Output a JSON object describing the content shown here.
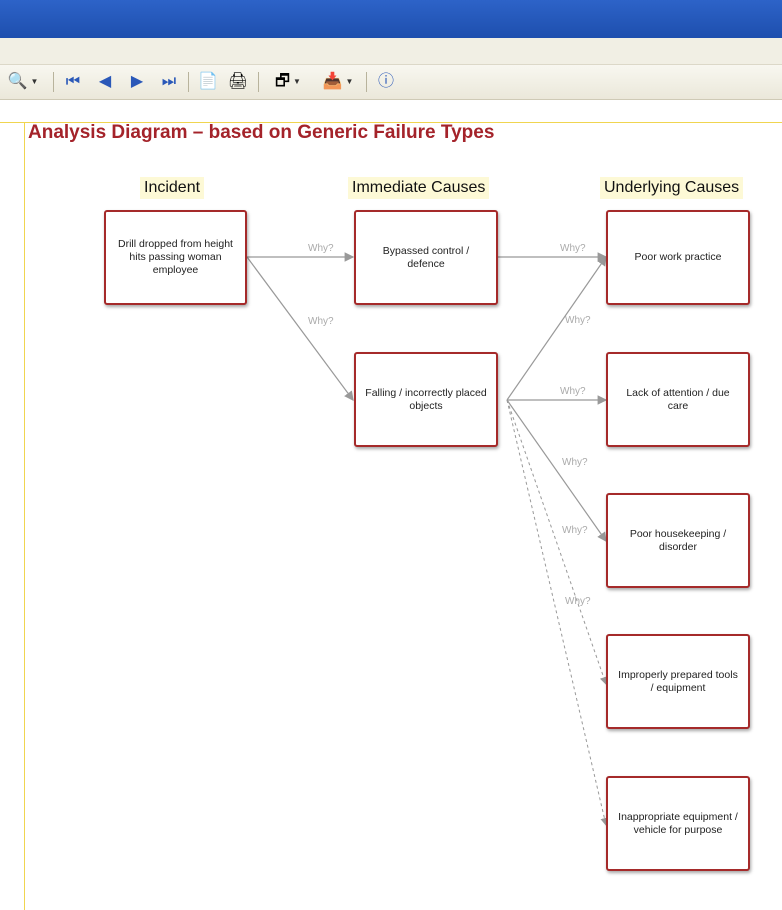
{
  "toolbar": {
    "buttons": [
      {
        "name": "search-icon",
        "glyph": "🔍",
        "dropdown": true
      },
      {
        "name": "first-page-icon",
        "glyph": "⏮"
      },
      {
        "name": "previous-page-icon",
        "glyph": "◀"
      },
      {
        "name": "next-page-icon",
        "glyph": "▶"
      },
      {
        "name": "last-page-icon",
        "glyph": "⏭"
      },
      {
        "name": "page-setup-icon",
        "glyph": "📄"
      },
      {
        "name": "print-icon",
        "glyph": "🖨"
      },
      {
        "name": "zoom-page-icon",
        "glyph": "🗗",
        "dropdown": true
      },
      {
        "name": "export-icon",
        "glyph": "📥",
        "dropdown": true
      },
      {
        "name": "info-icon",
        "glyph": "ⓘ"
      }
    ]
  },
  "diagram": {
    "title": "Analysis Diagram – based on Generic Failure Types",
    "headers": {
      "incident": "Incident",
      "immediate": "Immediate Causes",
      "underlying": "Underlying Causes"
    },
    "incident": "Drill dropped from height hits passing woman employee",
    "immediate_causes": [
      "Bypassed control / defence",
      "Falling / incorrectly placed objects"
    ],
    "underlying_causes": [
      "Poor work practice",
      "Lack of attention / due care",
      "Poor housekeeping / disorder",
      "Improperly prepared tools / equipment",
      "Inappropriate equipment / vehicle for purpose"
    ],
    "link_label": "Why?"
  },
  "colors": {
    "title": "#a4232a",
    "box_border": "#a52a2a",
    "header_bg": "#fdf9d6",
    "connector": "#999999"
  }
}
